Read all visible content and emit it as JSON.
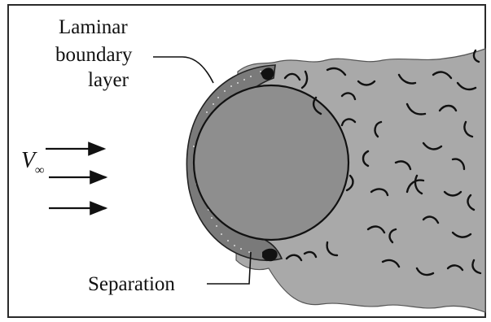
{
  "figure": {
    "labels": {
      "boundary_layer_line1": "Laminar",
      "boundary_layer_line2": "boundary",
      "boundary_layer_line3": "layer",
      "separation": "Separation",
      "freestream_symbol": "V",
      "freestream_subscript": "∞"
    },
    "colors": {
      "background": "#ffffff",
      "frame": "#2a2a2a",
      "wake_fill": "#a9a9a9",
      "cylinder_fill": "#8e8e8e",
      "boundary_layer_fill": "#7a7a7a",
      "ink": "#111111"
    }
  }
}
